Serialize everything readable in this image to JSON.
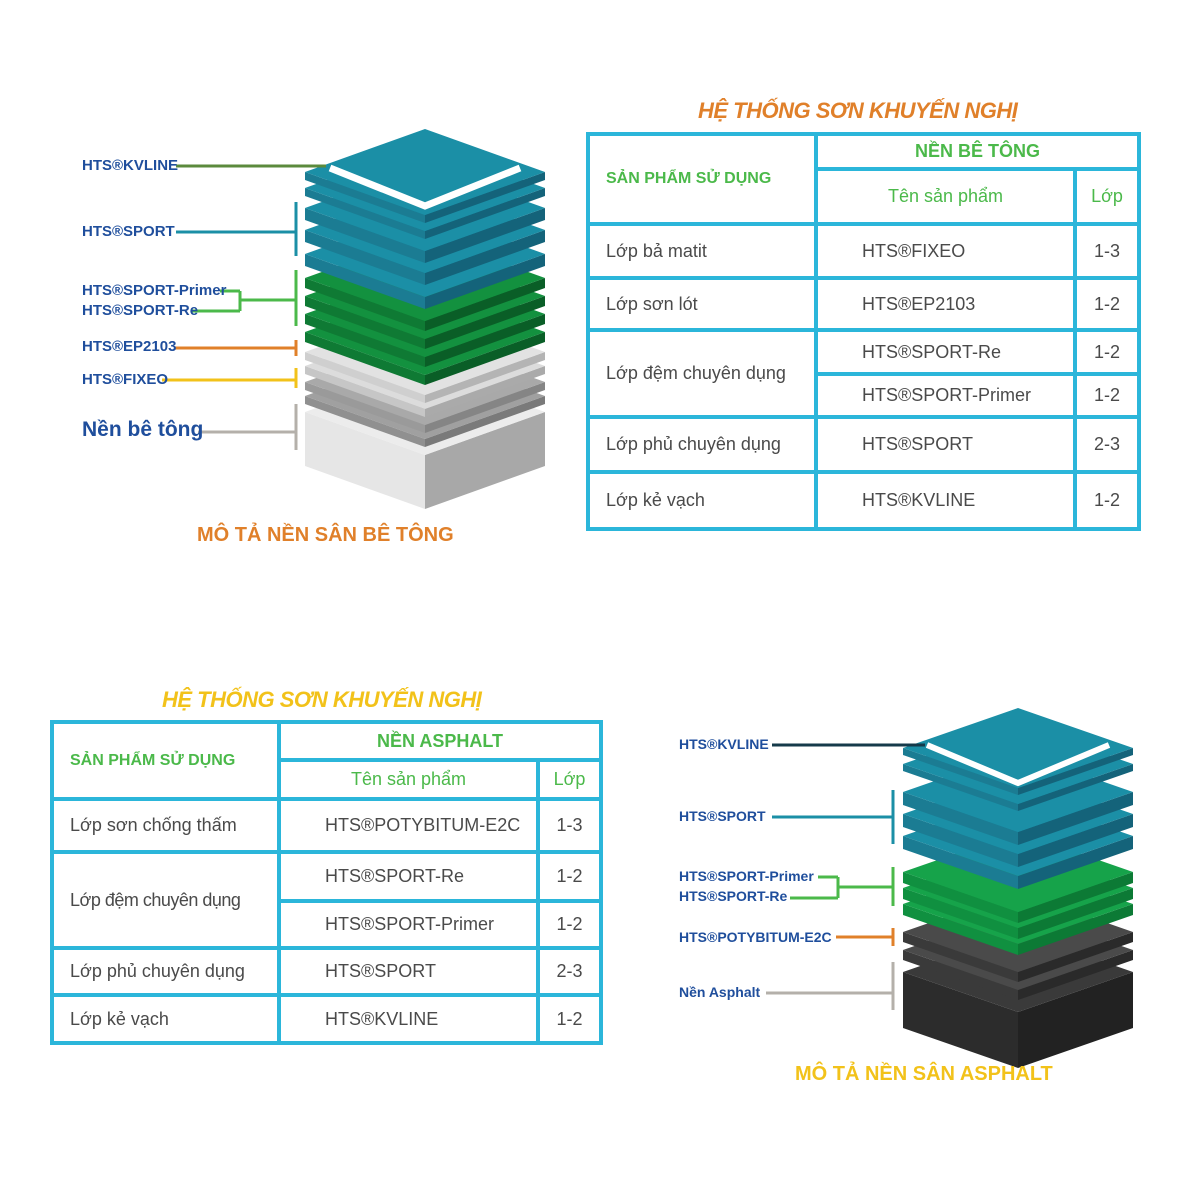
{
  "concrete": {
    "title": "HỆ THỐNG SƠN KHUYẾN NGHỊ",
    "caption": "MÔ TẢ NỀN SÂN BÊ TÔNG",
    "labels": {
      "kvline": "HTS®KVLINE",
      "sport": "HTS®SPORT",
      "primer": "HTS®SPORT-Primer",
      "re": "HTS®SPORT-Re",
      "ep": "HTS®EP2103",
      "fixeo": "HTS®FIXEO",
      "base": "Nền bê tông"
    },
    "table": {
      "col1_header": "SẢN PHẨM SỬ DỤNG",
      "group_header": "NỀN BÊ TÔNG",
      "col2_header": "Tên sản phẩm",
      "col3_header": "Lớp",
      "rows": [
        {
          "layer": "Lớp bả matit",
          "product": "HTS®FIXEO",
          "coats": "1-3"
        },
        {
          "layer": "Lớp sơn lót",
          "product": "HTS®EP2103",
          "coats": "1-2"
        },
        {
          "layer": "Lớp đệm chuyên dụng",
          "product": "HTS®SPORT-Re",
          "coats": "1-2"
        },
        {
          "layer": "",
          "product": "HTS®SPORT-Primer",
          "coats": "1-2"
        },
        {
          "layer": "Lớp phủ chuyên dụng",
          "product": "HTS®SPORT",
          "coats": "2-3"
        },
        {
          "layer": "Lớp kẻ vạch",
          "product": "HTS®KVLINE",
          "coats": "1-2"
        }
      ]
    }
  },
  "asphalt": {
    "title": "HỆ THỐNG SƠN KHUYẾN NGHỊ",
    "caption": "MÔ TẢ NỀN SÂN ASPHALT",
    "labels": {
      "kvline": "HTS®KVLINE",
      "sport": "HTS®SPORT",
      "primer": "HTS®SPORT-Primer",
      "re": "HTS®SPORT-Re",
      "poty": "HTS®POTYBITUM-E2C",
      "base": "Nền Asphalt"
    },
    "table": {
      "col1_header": "SẢN PHẨM SỬ DỤNG",
      "group_header": "NỀN ASPHALT",
      "col2_header": "Tên sản phẩm",
      "col3_header": "Lớp",
      "rows": [
        {
          "layer": "Lớp sơn chống thấm",
          "product": "HTS®POTYBITUM-E2C",
          "coats": "1-3"
        },
        {
          "layer": "Lớp đệm chuyên dụng",
          "product": "HTS®SPORT-Re",
          "coats": "1-2"
        },
        {
          "layer": "",
          "product": "HTS®SPORT-Primer",
          "coats": "1-2"
        },
        {
          "layer": "Lớp phủ chuyên dụng",
          "product": "HTS®SPORT",
          "coats": "2-3"
        },
        {
          "layer": "Lớp kẻ vạch",
          "product": "HTS®KVLINE",
          "coats": "1-2"
        }
      ]
    }
  },
  "colors": {
    "orange": "#e0802a",
    "yellow": "#f2c21a",
    "navy": "#1f4e9c",
    "teal": "#1b8fa6",
    "green": "#1a9a48",
    "cyan_border": "#2bb6da"
  }
}
